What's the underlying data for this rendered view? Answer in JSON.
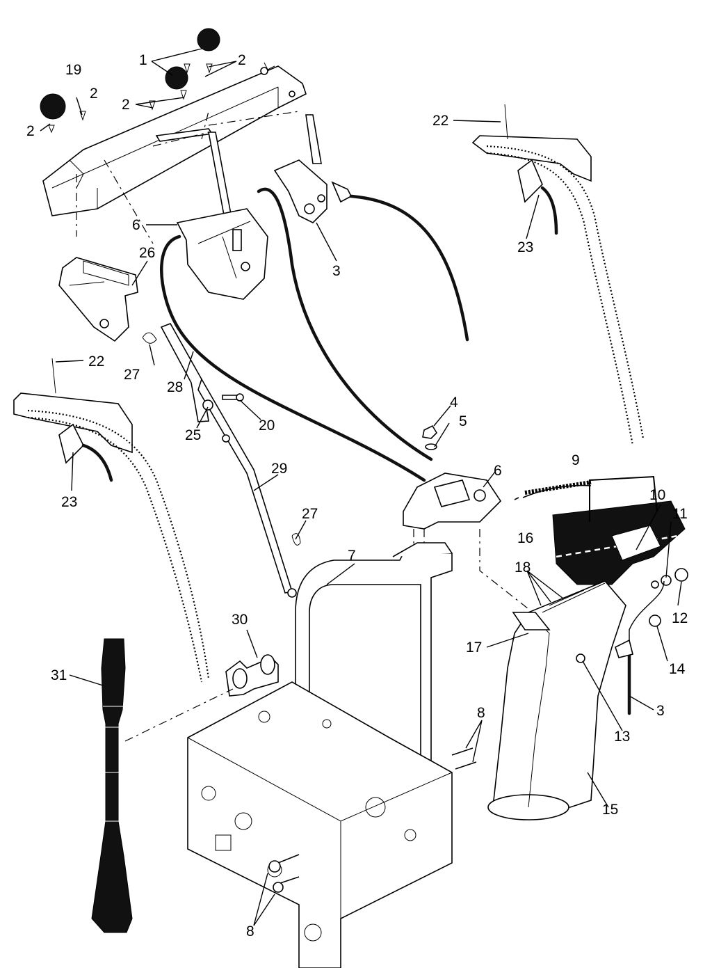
{
  "labels": {
    "l1": "1",
    "l2a": "2",
    "l2b": "2",
    "l2c": "2",
    "l2d": "2",
    "l19": "19",
    "l22a": "22",
    "l23a": "23",
    "l3a": "3",
    "l6a": "6",
    "l26": "26",
    "l27a": "27",
    "l28": "28",
    "l22b": "22",
    "l23b": "23",
    "l20": "20",
    "l25": "25",
    "l4": "4",
    "l5": "5",
    "l6b": "6",
    "l29": "29",
    "l9": "9",
    "l10": "10",
    "l11": "11",
    "l16": "16",
    "l27b": "27",
    "l7": "7",
    "l18": "18",
    "l12": "12",
    "l17": "17",
    "l14": "14",
    "l30": "30",
    "l31": "31",
    "l8a": "8",
    "l3b": "3",
    "l13": "13",
    "l15": "15",
    "l8b": "8"
  }
}
